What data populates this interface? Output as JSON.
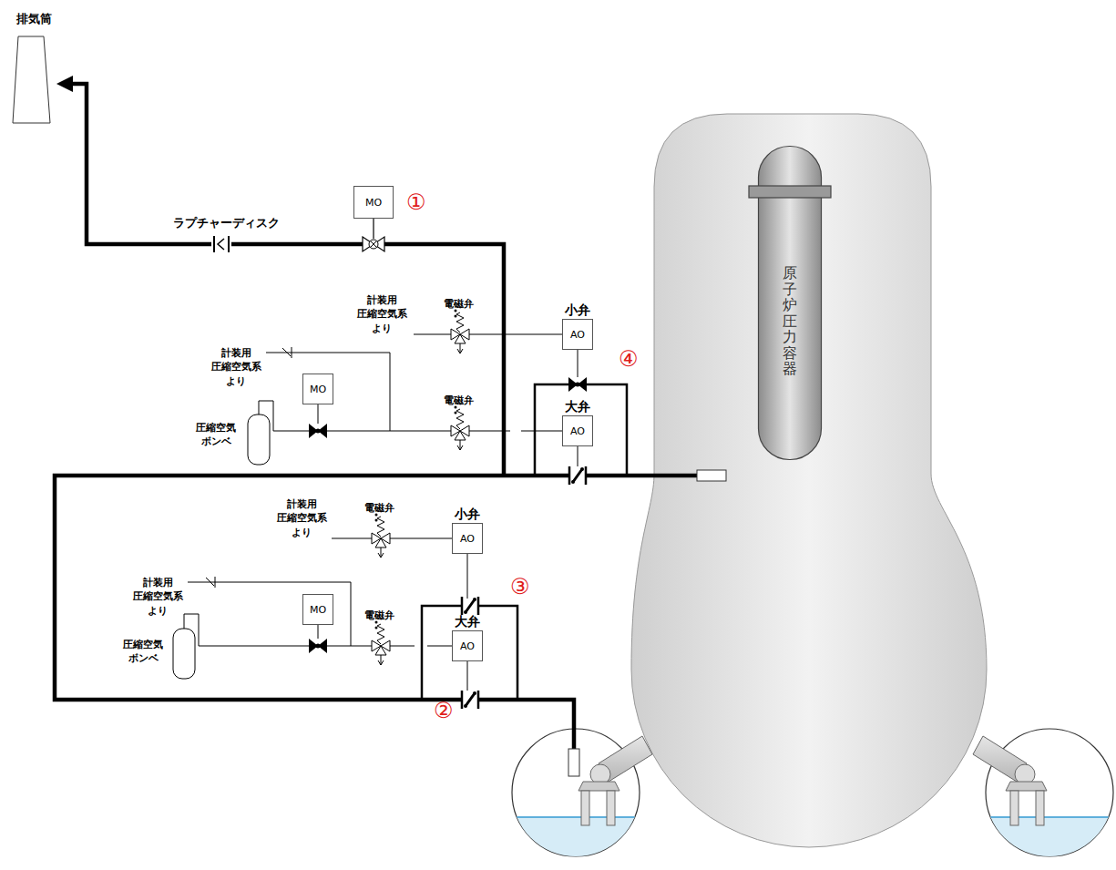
{
  "diagram": {
    "nodes": [
      {
        "text": [
          "MO"
        ]
      },
      {
        "text": [
          "小弁",
          "AO"
        ]
      },
      {
        "text": [
          "MO"
        ]
      },
      {
        "text": [
          "大弁",
          "AO"
        ]
      },
      {
        "text": [
          "小弁",
          "AO"
        ]
      },
      {
        "text": [
          "MO"
        ]
      },
      {
        "text": [
          "大弁",
          "AO"
        ]
      },
      {
        "text": [
          "原子炉圧力容器"
        ]
      }
    ],
    "labels": [
      "排気筒",
      "ラプチャーディスク",
      "①",
      "電磁弁",
      "計装用 圧縮空気系 より",
      "④",
      "計装用 圧縮空気系 より",
      "電磁弁",
      "圧縮空気 ボンベ",
      "電磁弁",
      "計装用 圧縮空気系 より",
      "③",
      "計装用 圧縮空気系 より",
      "電磁弁",
      "圧縮空気 ボンベ",
      "②"
    ]
  }
}
